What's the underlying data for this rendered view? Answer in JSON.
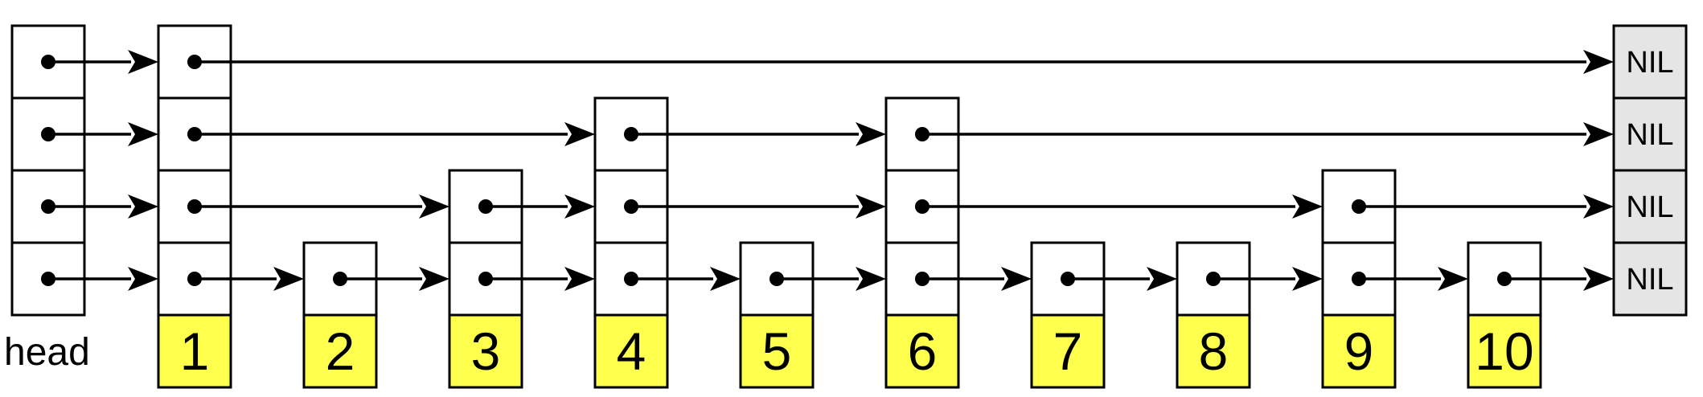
{
  "head_label": "head",
  "nil_label": "NIL",
  "levels": 4,
  "nodes": [
    {
      "key": "1",
      "height": 4
    },
    {
      "key": "2",
      "height": 1
    },
    {
      "key": "3",
      "height": 2
    },
    {
      "key": "4",
      "height": 3
    },
    {
      "key": "5",
      "height": 1
    },
    {
      "key": "6",
      "height": 3
    },
    {
      "key": "7",
      "height": 1
    },
    {
      "key": "8",
      "height": 1
    },
    {
      "key": "9",
      "height": 2
    },
    {
      "key": "10",
      "height": 1
    }
  ],
  "colors": {
    "key_fill": "#ffff4d",
    "nil_fill": "#e5e5e5",
    "cell_fill": "#ffffff",
    "line": "#000000"
  }
}
